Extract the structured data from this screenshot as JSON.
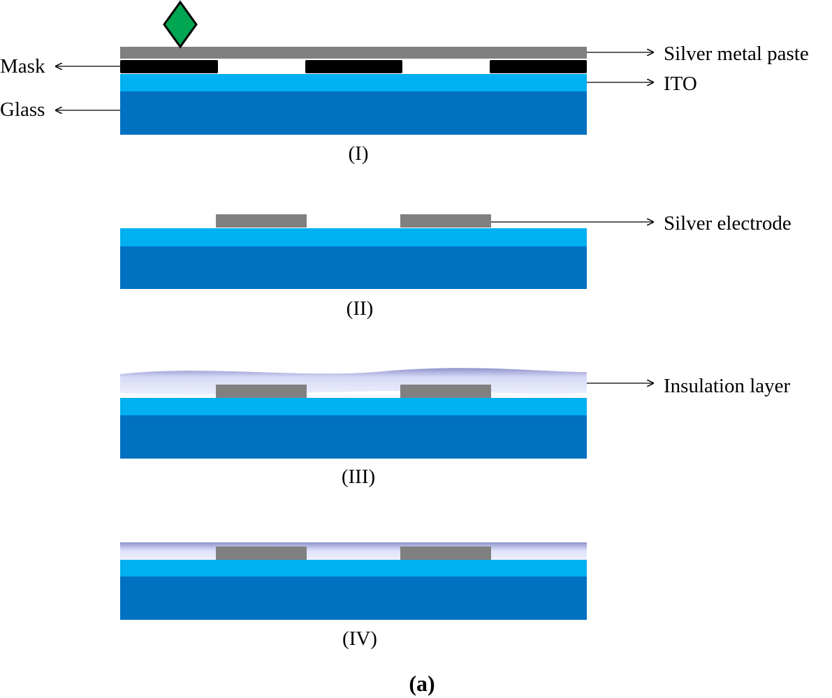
{
  "labels": {
    "silver_metal_paste": "Silver metal paste",
    "mask": "Mask",
    "ito": "ITO",
    "glass": "Glass",
    "silver_electrode": "Silver electrode",
    "insulation_layer": "Insulation layer"
  },
  "steps": [
    "(I)",
    "(II)",
    "(III)",
    "(IV)"
  ],
  "figure_label": "(a)",
  "colors": {
    "glass": "#0070c0",
    "ito": "#00b0f0",
    "silver": "#808080",
    "mask": "#000000",
    "squeegee": "#00a651",
    "insulation_light": "#dde0f7",
    "insulation_dark": "#9b9fd3"
  }
}
